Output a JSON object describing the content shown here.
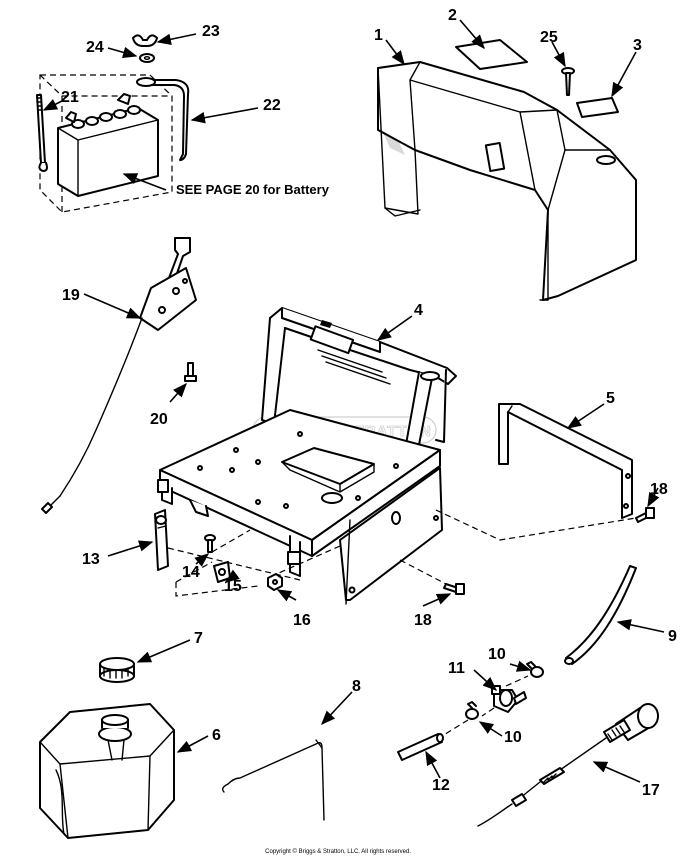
{
  "diagram": {
    "note": "SEE PAGE 20 for Battery",
    "watermark": "BRIGGS & STRATTON",
    "copyright": "Copyright © Briggs & Stratton, LLC. All rights reserved.",
    "callouts": [
      {
        "id": "c1",
        "label": "1"
      },
      {
        "id": "c2",
        "label": "2"
      },
      {
        "id": "c3",
        "label": "3"
      },
      {
        "id": "c4",
        "label": "4"
      },
      {
        "id": "c5",
        "label": "5"
      },
      {
        "id": "c6",
        "label": "6"
      },
      {
        "id": "c7",
        "label": "7"
      },
      {
        "id": "c8",
        "label": "8"
      },
      {
        "id": "c9",
        "label": "9"
      },
      {
        "id": "c10a",
        "label": "10"
      },
      {
        "id": "c10b",
        "label": "10"
      },
      {
        "id": "c11",
        "label": "11"
      },
      {
        "id": "c12",
        "label": "12"
      },
      {
        "id": "c13",
        "label": "13"
      },
      {
        "id": "c14",
        "label": "14"
      },
      {
        "id": "c15",
        "label": "15"
      },
      {
        "id": "c16",
        "label": "16"
      },
      {
        "id": "c17",
        "label": "17"
      },
      {
        "id": "c18a",
        "label": "18"
      },
      {
        "id": "c18b",
        "label": "18"
      },
      {
        "id": "c19",
        "label": "19"
      },
      {
        "id": "c20",
        "label": "20"
      },
      {
        "id": "c21",
        "label": "21"
      },
      {
        "id": "c22",
        "label": "22"
      },
      {
        "id": "c23",
        "label": "23"
      },
      {
        "id": "c24",
        "label": "24"
      },
      {
        "id": "c25",
        "label": "25"
      }
    ]
  }
}
